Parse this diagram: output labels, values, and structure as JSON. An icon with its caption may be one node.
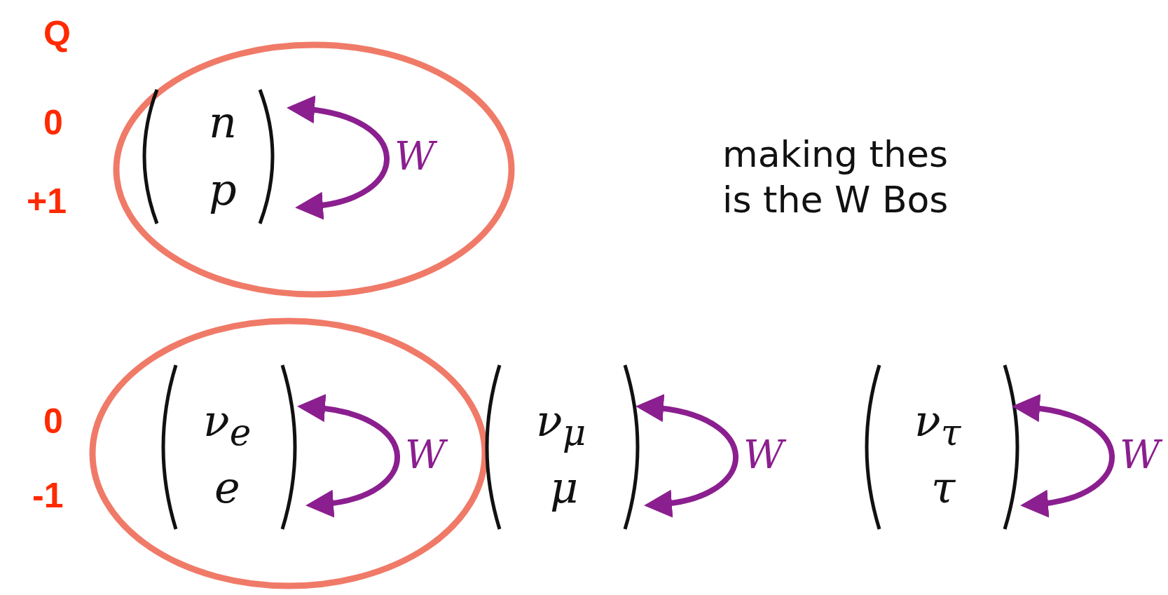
{
  "diagram": {
    "nodes": [
      {
        "text": [],
        "shape": "ellipse"
      },
      {
        "text": [
          "n"
        ],
        "in": 0
      },
      {
        "text": [
          "p"
        ],
        "in": 0
      },
      {
        "text": [],
        "shape": "ellipse"
      },
      {
        "text": [
          "ν$_{e}$"
        ],
        "in": 3
      },
      {
        "text": [
          "e"
        ],
        "in": 3
      },
      {
        "text": [
          "ν$_{μ}$"
        ]
      },
      {
        "text": [
          "μ"
        ]
      },
      {
        "text": [
          "ν$_{τ}$"
        ]
      },
      {
        "text": [
          "τ"
        ]
      }
    ],
    "edges": [
      {
        "from": 1,
        "to": 2,
        "arrow": "both",
        "label": "W"
      },
      {
        "from": 4,
        "to": 5,
        "arrow": "both",
        "label": "W"
      },
      {
        "from": 6,
        "to": 7,
        "arrow": "both",
        "label": "W"
      },
      {
        "from": 8,
        "to": 9,
        "arrow": "both",
        "label": "W"
      }
    ],
    "labels": [
      "Q",
      "0",
      "+1",
      "0",
      "-1",
      "making thes",
      "is the W Bos"
    ]
  }
}
